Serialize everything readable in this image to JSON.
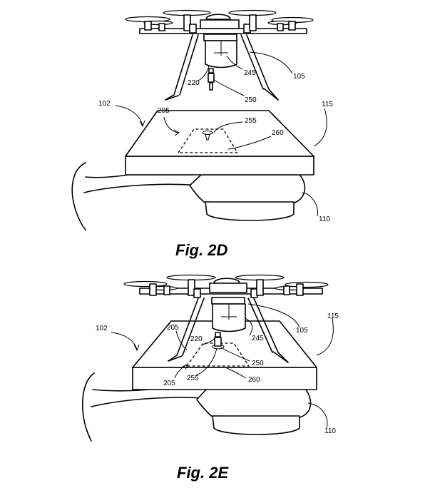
{
  "figures": [
    {
      "caption": "Fig. 2D",
      "labels": {
        "l102": "102",
        "l205": "205",
        "l255": "255",
        "l260": "260",
        "l115": "115",
        "l110": "110",
        "l105": "105",
        "l245": "245",
        "l220": "220",
        "l250": "250"
      }
    },
    {
      "caption": "Fig. 2E",
      "labels": {
        "l102": "102",
        "l205a": "205",
        "l220": "220",
        "l245": "245",
        "l105": "105",
        "l115": "115",
        "l250": "250",
        "l255": "255",
        "l205b": "205",
        "l260": "260",
        "l110": "110"
      }
    }
  ]
}
